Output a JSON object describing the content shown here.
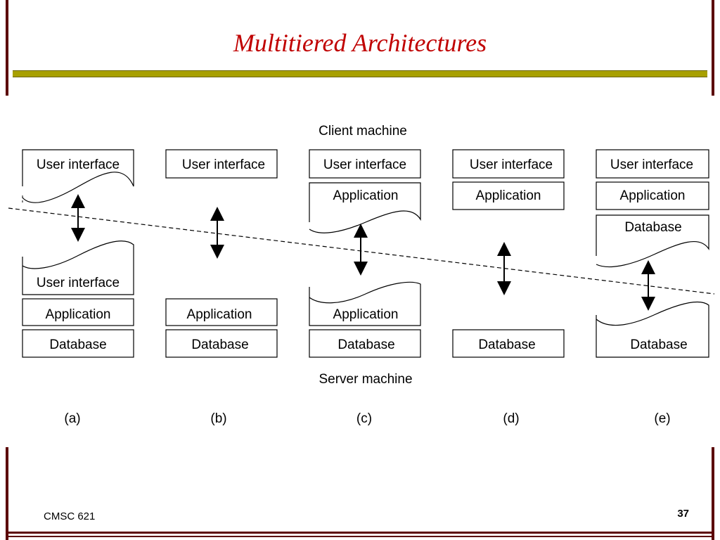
{
  "slide": {
    "title": "Multitiered Architectures",
    "footer_left": "CMSC 621",
    "page_number": "37"
  },
  "diagram": {
    "client_label": "Client machine",
    "server_label": "Server machine",
    "labels": {
      "user_interface": "User interface",
      "application": "Application",
      "database": "Database"
    },
    "configs": [
      "(a)",
      "(b)",
      "(c)",
      "(d)",
      "(e)"
    ]
  }
}
